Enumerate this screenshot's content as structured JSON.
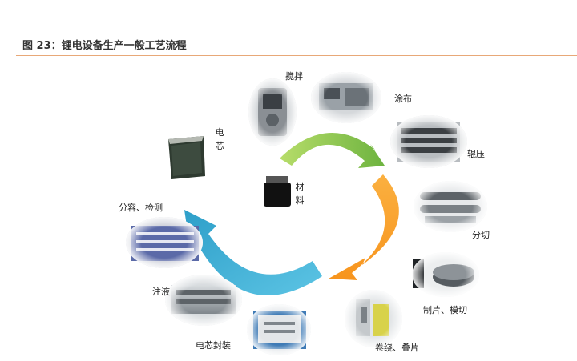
{
  "header": {
    "title": "图 23：锂电设备生产一般工艺流程"
  },
  "center_label": "材料",
  "steps": [
    {
      "label": "搅拌"
    },
    {
      "label": "涂布"
    },
    {
      "label": "辊压"
    },
    {
      "label": "分切"
    },
    {
      "label": "制片、模切"
    },
    {
      "label": "卷绕、叠片"
    },
    {
      "label": "电芯封装"
    },
    {
      "label": "注液"
    },
    {
      "label": "分容、检测"
    },
    {
      "label": "电芯"
    }
  ],
  "colors": {
    "arrow_green": "#8cc63e",
    "arrow_orange": "#f7941d",
    "arrow_blue": "#3ab0d6",
    "header_rule": "#e8a878"
  }
}
